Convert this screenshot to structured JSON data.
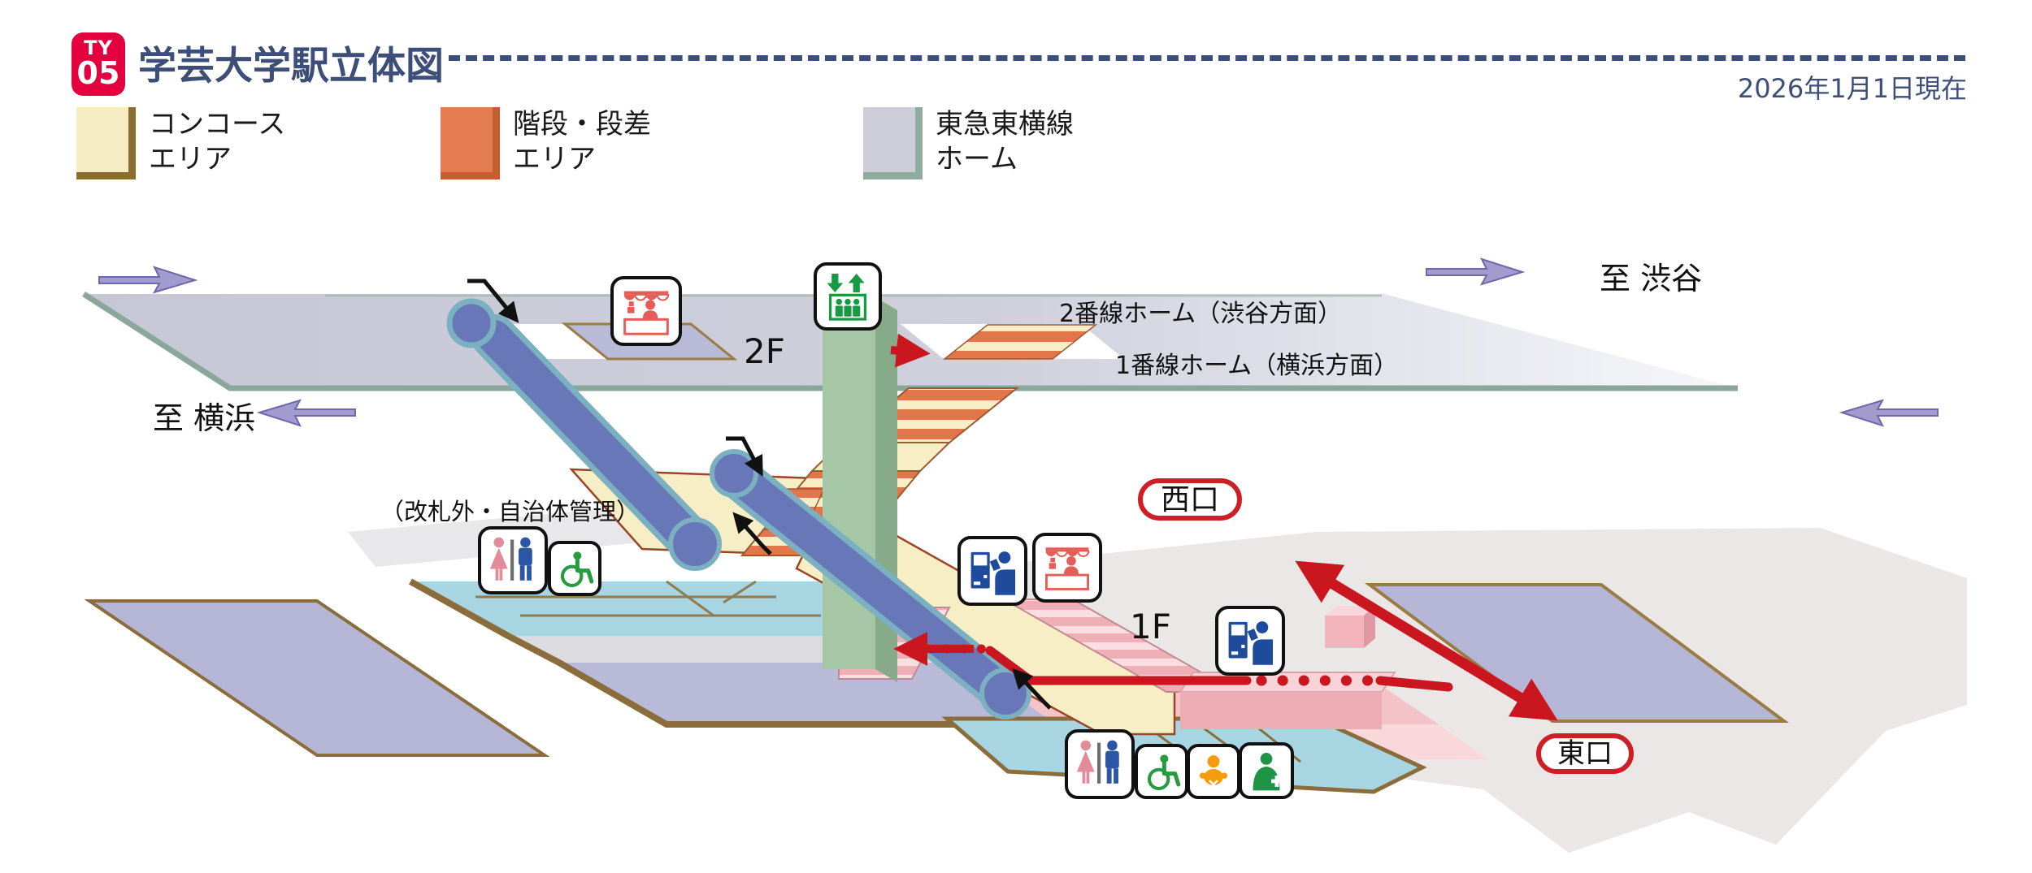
{
  "header": {
    "line_badge": {
      "line_code": "TY",
      "station_number": "05",
      "color": "#e4003f"
    },
    "title": "学芸大学駅立体図",
    "date_note": "2026年1月1日現在"
  },
  "legend": {
    "items": [
      {
        "line1": "コンコース",
        "line2": "エリア",
        "swatch_color": "#f6edc3",
        "edge_color": "#8a6d2f"
      },
      {
        "line1": "階段・段差",
        "line2": "エリア",
        "swatch_color": "#e57b51",
        "edge_color": "#c4602f"
      },
      {
        "line1": "東急東横線",
        "line2": "ホーム",
        "swatch_color": "#cdccd9",
        "edge_color": "#8fac9f"
      }
    ]
  },
  "diagram": {
    "floors": {
      "f2": "2F",
      "f1": "1F"
    },
    "platforms": {
      "track2": "2番線ホーム（渋谷方面）",
      "track1": "1番線ホーム（横浜方面）"
    },
    "directions": {
      "to_shibuya": "至 渋谷",
      "to_yokohama": "至 横浜"
    },
    "exits": {
      "west": "西口",
      "east": "東口"
    },
    "notes": {
      "outside_gate": "（改札外・自治体管理）"
    },
    "icons": {
      "kiosk": "kiosk-icon",
      "elevator": "elevator-icon",
      "restroom": "restroom-icon",
      "wheelchair": "wheelchair-accessible-icon",
      "baby_care": "baby-care-icon",
      "care_room": "care-room-icon",
      "ticket_machine": "ticket-machine-icon"
    },
    "route_color": "#c9161f",
    "area_colors": {
      "concourse": "#f7eec6",
      "stairs": "#e0764a",
      "platform": "#c6c7d5"
    }
  }
}
